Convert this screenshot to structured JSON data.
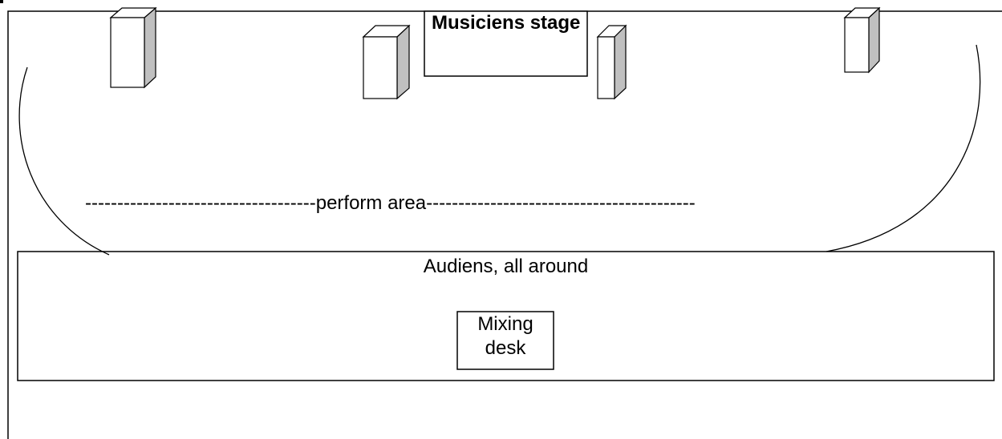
{
  "diagram": {
    "stage_label": "Musiciens stage",
    "perform_area_label": "perform area",
    "audience_label": "Audiens, all around",
    "mixing_desk_label": "Mixing desk",
    "speaker_count": 4
  },
  "colors": {
    "line": "#000000",
    "speaker_front": "#ffffff",
    "speaker_side": "#c0c0c0",
    "background": "#ffffff"
  }
}
